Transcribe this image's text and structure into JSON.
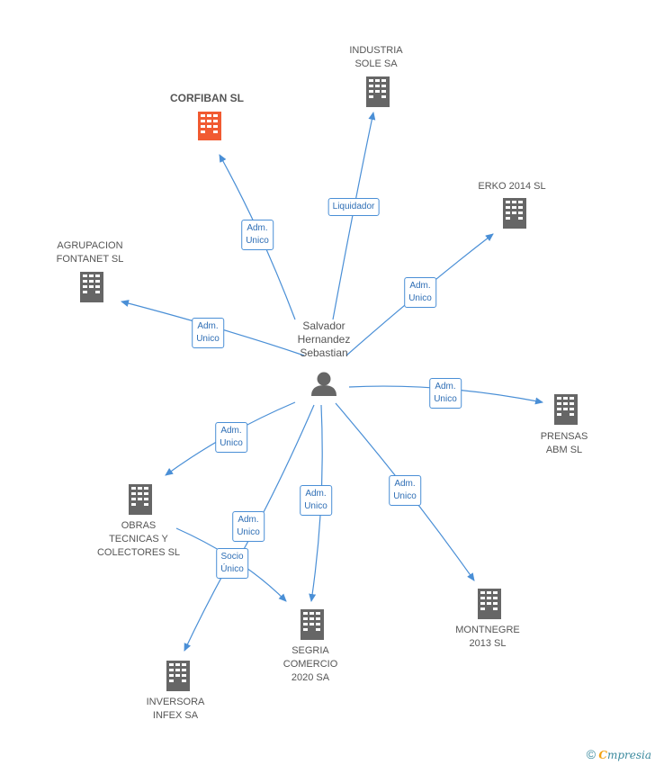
{
  "person": {
    "name": "Salvador\nHernandez\nSebastian",
    "icon": "person-icon"
  },
  "colors": {
    "edge": "#4a8fd6",
    "building": "#666666",
    "highlight": "#f15a31"
  },
  "companies": [
    {
      "id": "corfiban",
      "name": "CORFIBAN SL",
      "highlight": true
    },
    {
      "id": "industria",
      "name": "INDUSTRIA\nSOLE SA"
    },
    {
      "id": "erko",
      "name": "ERKO 2014  SL"
    },
    {
      "id": "agrupacion",
      "name": "AGRUPACION\nFONTANET SL"
    },
    {
      "id": "prensas",
      "name": "PRENSAS\nABM SL"
    },
    {
      "id": "obras",
      "name": "OBRAS\nTECNICAS Y\nCOLECTORES SL"
    },
    {
      "id": "segria",
      "name": "SEGRIA\nCOMERCIO\n2020 SA"
    },
    {
      "id": "montnegre",
      "name": "MONTNEGRE\n2013 SL"
    },
    {
      "id": "inversora",
      "name": "INVERSORA\nINFEX SA"
    }
  ],
  "relations": [
    {
      "id": "r-corfiban",
      "label": "Adm.\nUnico"
    },
    {
      "id": "r-industria",
      "label": "Liquidador"
    },
    {
      "id": "r-erko",
      "label": "Adm.\nUnico"
    },
    {
      "id": "r-agrupacion",
      "label": "Adm.\nUnico"
    },
    {
      "id": "r-prensas",
      "label": "Adm.\nUnico"
    },
    {
      "id": "r-obras",
      "label": "Adm.\nUnico"
    },
    {
      "id": "r-segria-direct",
      "label": "Adm.\nUnico"
    },
    {
      "id": "r-segria-adm",
      "label": "Adm.\nUnico"
    },
    {
      "id": "r-montnegre",
      "label": "Adm.\nUnico"
    },
    {
      "id": "r-inversora",
      "label": "Socio\nÚnico"
    }
  ],
  "footer": {
    "copyright": "©",
    "brand_first": "C",
    "brand_rest": "mpresia"
  }
}
